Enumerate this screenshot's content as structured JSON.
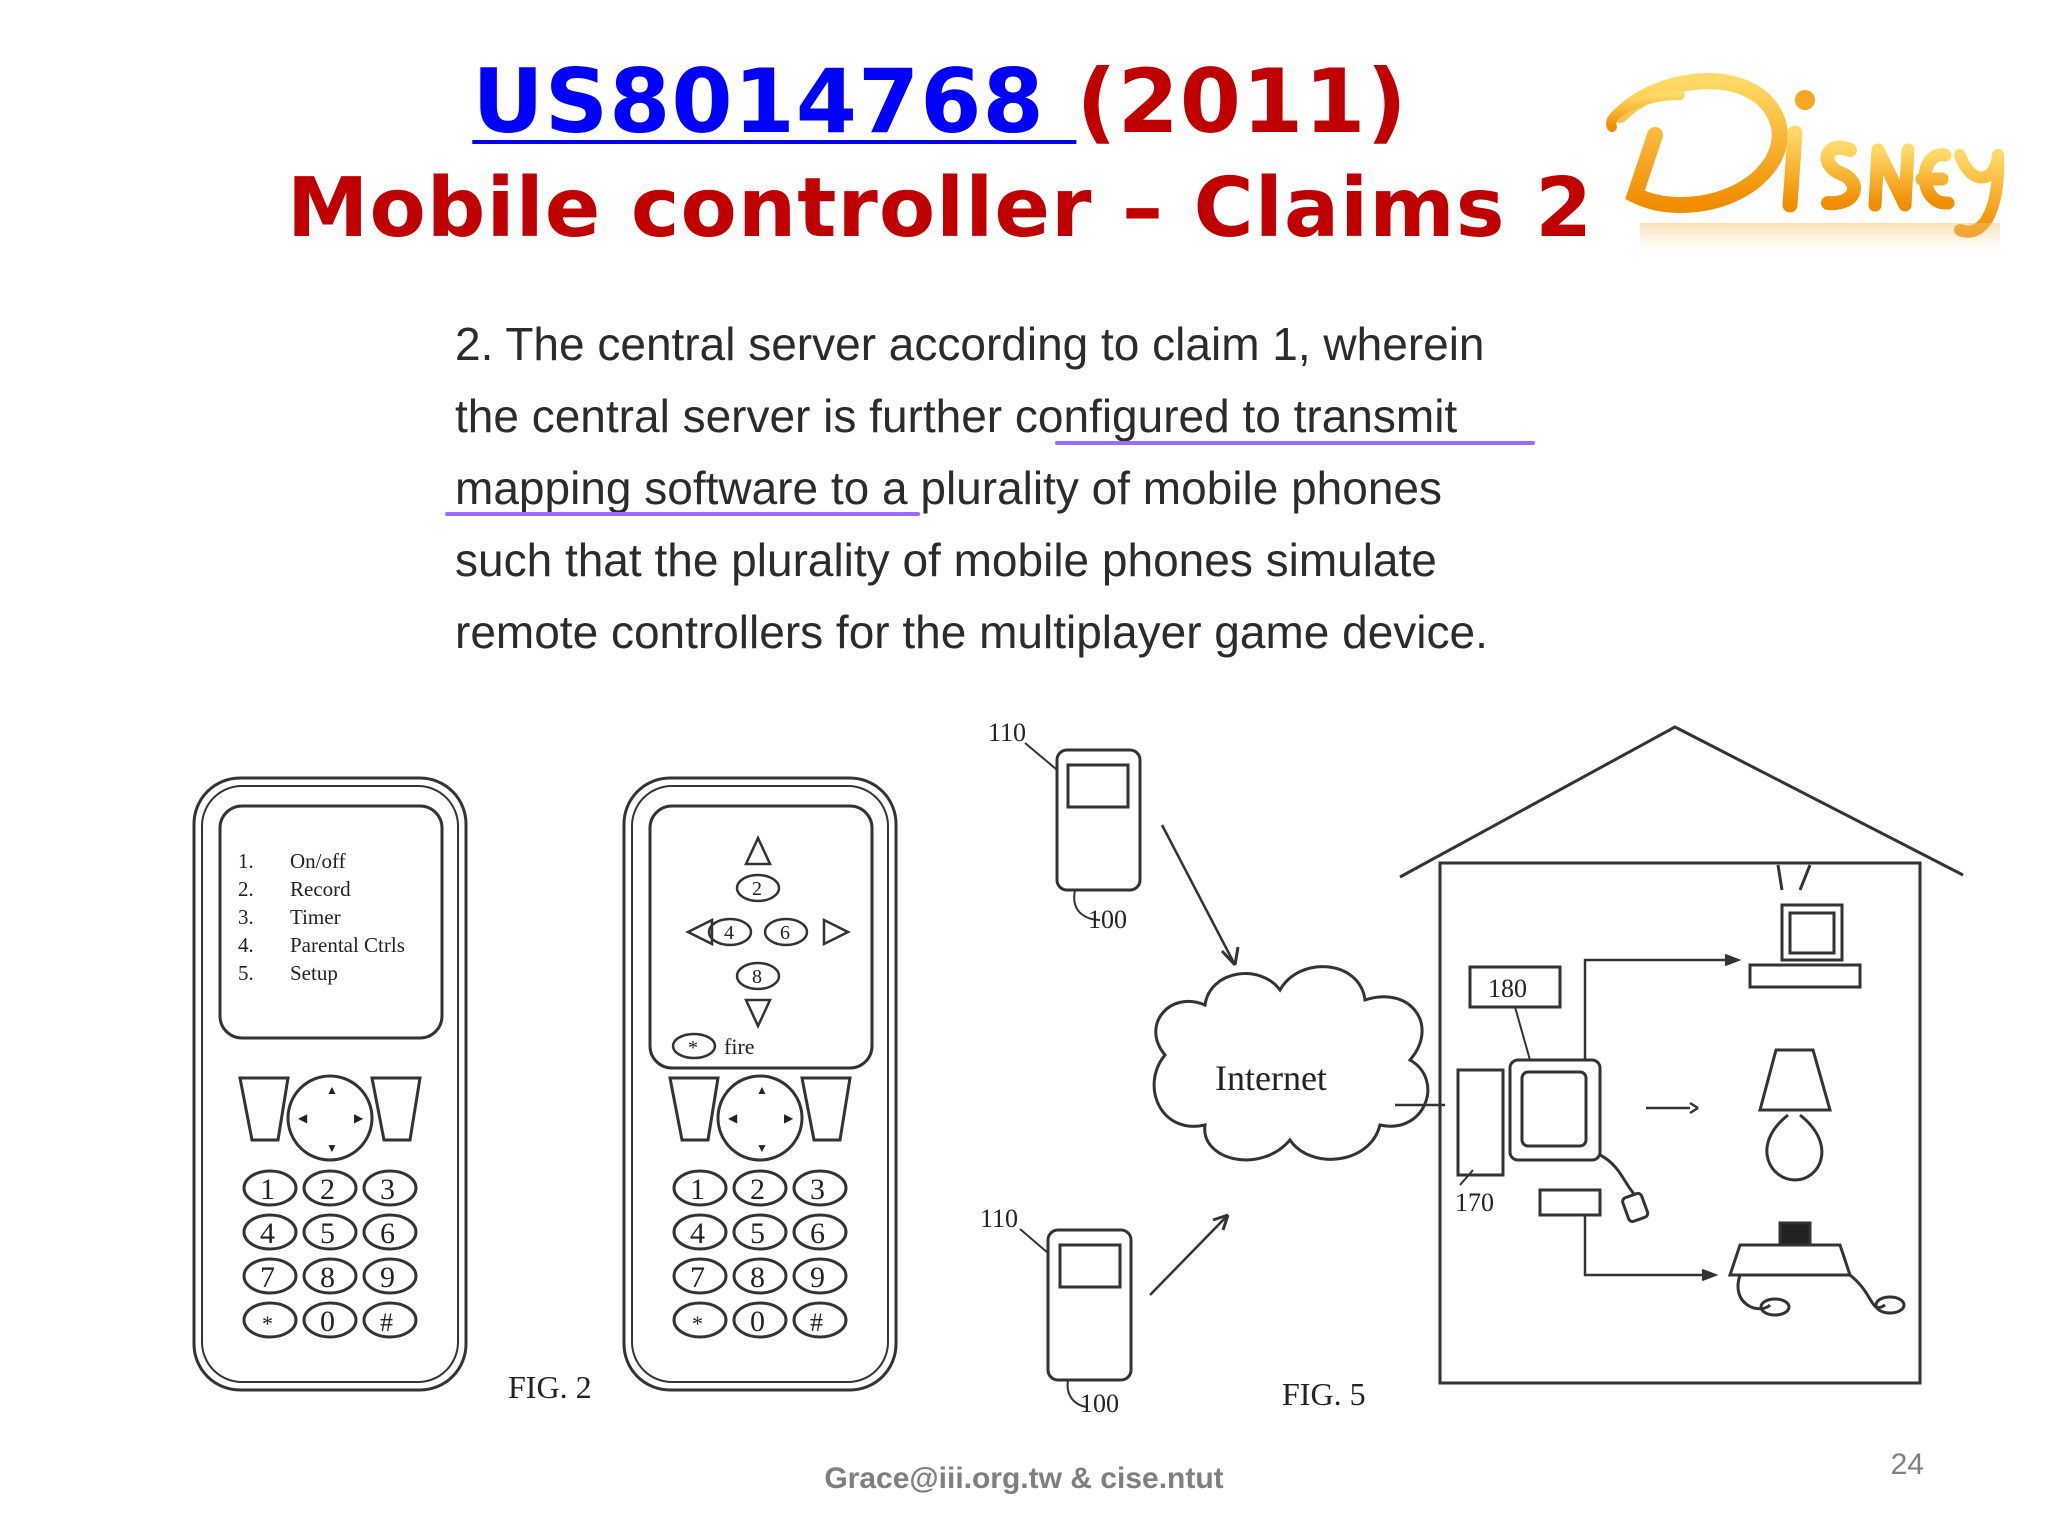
{
  "title": {
    "patent_link": "US8014768 ",
    "year": "(2011)",
    "subtitle": "Mobile controller – Claims 2"
  },
  "logo": {
    "text": "Disney"
  },
  "claim": {
    "lines": [
      "2. The central server according to claim 1, wherein",
      "the central server is further configured to transmit",
      "mapping software to a plurality of mobile phones",
      "such that the plurality of mobile phones simulate",
      "remote controllers for the multiplayer game device."
    ]
  },
  "fig2": {
    "caption": "FIG. 2",
    "menu_numbers": [
      "1.",
      "2.",
      "3.",
      "4.",
      "5."
    ],
    "menu_items": [
      "On/off",
      "Record",
      "Timer",
      "Parental Ctrls",
      "Setup"
    ],
    "dpad_keys": [
      "2",
      "4",
      "6",
      "8"
    ],
    "fire_key": "*",
    "fire_label": "fire",
    "keypad": [
      "1",
      "2",
      "3",
      "4",
      "5",
      "6",
      "7",
      "8",
      "9",
      "*",
      "0",
      "#"
    ]
  },
  "fig5": {
    "caption": "FIG. 5",
    "phone_ref": "110",
    "phone_body_ref": "100",
    "internet_label": "Internet",
    "box_ref": "180",
    "computer_ref": "170"
  },
  "footer": {
    "text": "Grace@iii.org.tw & cise.ntut"
  },
  "page_number": "24",
  "colors": {
    "title_red": "#c00000",
    "link_blue": "#0000ff",
    "underline_purple": "#9b6bff",
    "logo_orange": "#f5a623"
  }
}
